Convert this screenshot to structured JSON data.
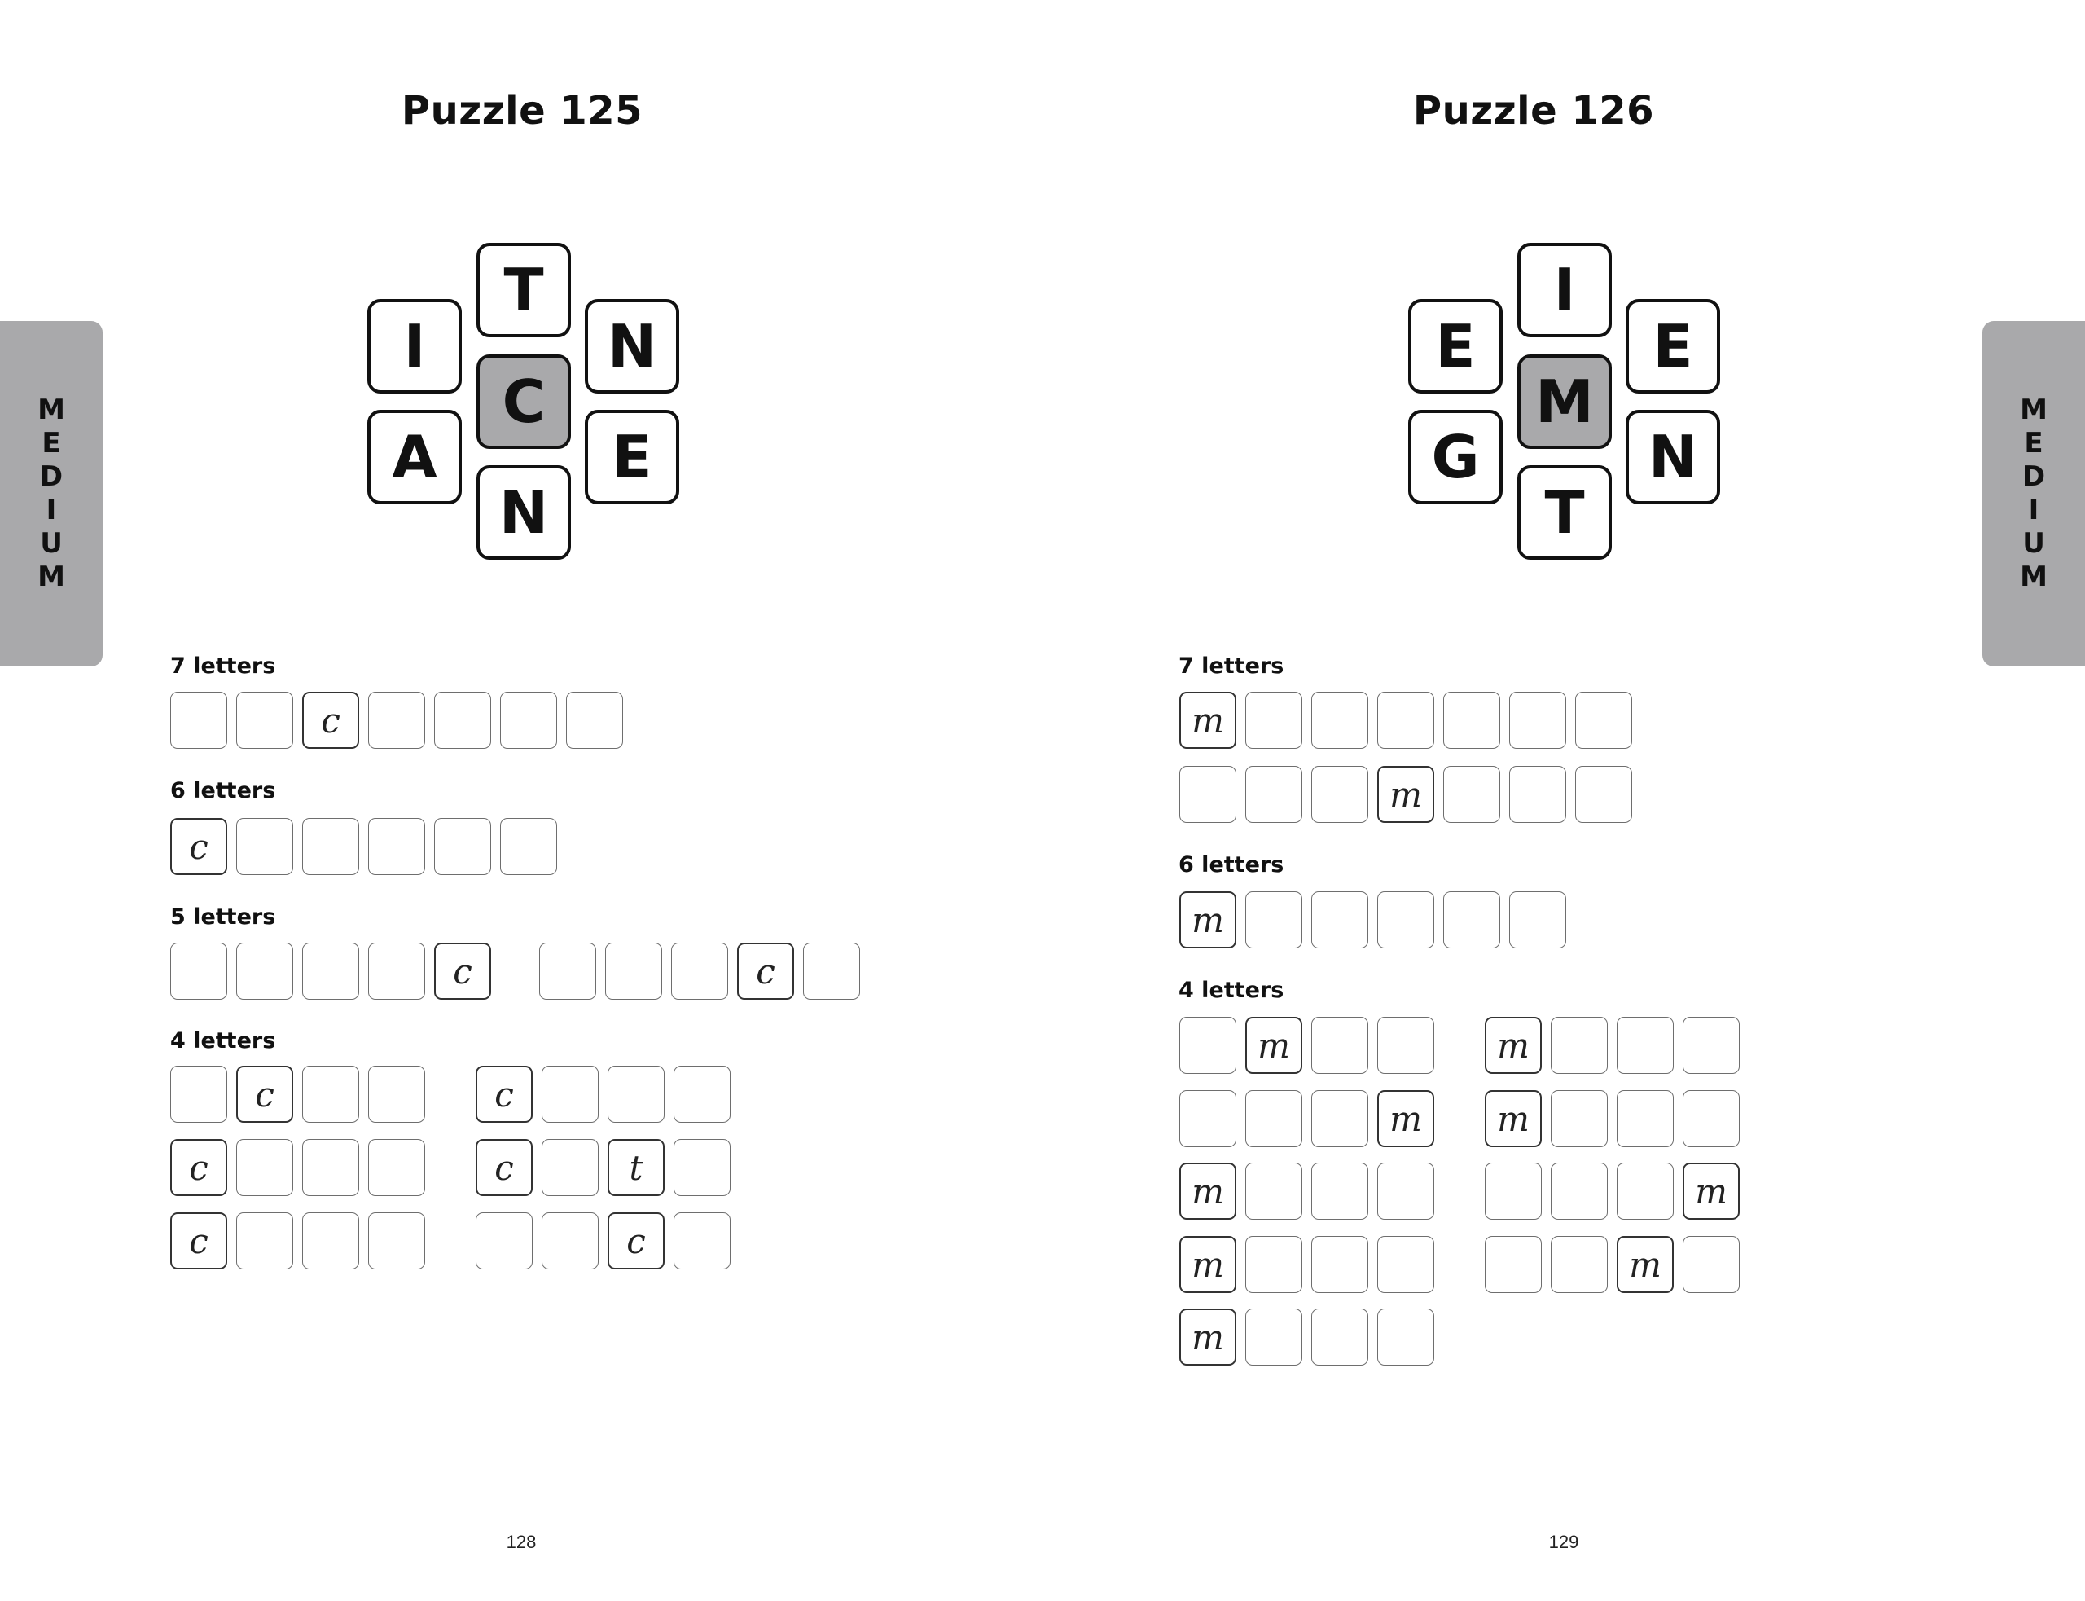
{
  "tab_label": [
    "M",
    "E",
    "D",
    "I",
    "U",
    "M"
  ],
  "puzzles": [
    {
      "title": "Puzzle 125",
      "page_number": "128",
      "wheel": {
        "top": "T",
        "upper_left": "I",
        "upper_right": "N",
        "center": "C",
        "lower_left": "A",
        "lower_right": "E",
        "bottom": "N"
      },
      "sections": [
        {
          "label": "7 letters",
          "rows": [
            [
              [
                "",
                "",
                "c",
                "",
                "",
                "",
                ""
              ]
            ]
          ]
        },
        {
          "label": "6 letters",
          "rows": [
            [
              [
                "c",
                "",
                "",
                "",
                "",
                ""
              ]
            ]
          ]
        },
        {
          "label": "5 letters",
          "rows": [
            [
              [
                "",
                "",
                "",
                "",
                "c"
              ],
              [
                "",
                "",
                "",
                "c",
                ""
              ]
            ]
          ]
        },
        {
          "label": "4 letters",
          "rows": [
            [
              [
                "",
                "c",
                "",
                ""
              ],
              [
                "c",
                "",
                "",
                ""
              ]
            ],
            [
              [
                "c",
                "",
                "",
                ""
              ],
              [
                "c",
                "",
                "t",
                ""
              ]
            ],
            [
              [
                "c",
                "",
                "",
                ""
              ],
              [
                "",
                "",
                "c",
                ""
              ]
            ]
          ]
        }
      ]
    },
    {
      "title": "Puzzle 126",
      "page_number": "129",
      "wheel": {
        "top": "I",
        "upper_left": "E",
        "upper_right": "E",
        "center": "M",
        "lower_left": "G",
        "lower_right": "N",
        "bottom": "T"
      },
      "sections": [
        {
          "label": "7 letters",
          "rows": [
            [
              [
                "m",
                "",
                "",
                "",
                "",
                "",
                ""
              ]
            ],
            [
              [
                "",
                "",
                "",
                "m",
                "",
                "",
                ""
              ]
            ]
          ]
        },
        {
          "label": "6 letters",
          "rows": [
            [
              [
                "m",
                "",
                "",
                "",
                "",
                ""
              ]
            ]
          ]
        },
        {
          "label": "4 letters",
          "rows": [
            [
              [
                "",
                "m",
                "",
                ""
              ],
              [
                "m",
                "",
                "",
                ""
              ]
            ],
            [
              [
                "",
                "",
                "",
                "m"
              ],
              [
                "m",
                "",
                "",
                ""
              ]
            ],
            [
              [
                "m",
                "",
                "",
                ""
              ],
              [
                "",
                "",
                "",
                "m"
              ]
            ],
            [
              [
                "m",
                "",
                "",
                ""
              ],
              [
                "",
                "",
                "m",
                ""
              ]
            ],
            [
              [
                "m",
                "",
                "",
                ""
              ]
            ]
          ]
        }
      ]
    }
  ]
}
